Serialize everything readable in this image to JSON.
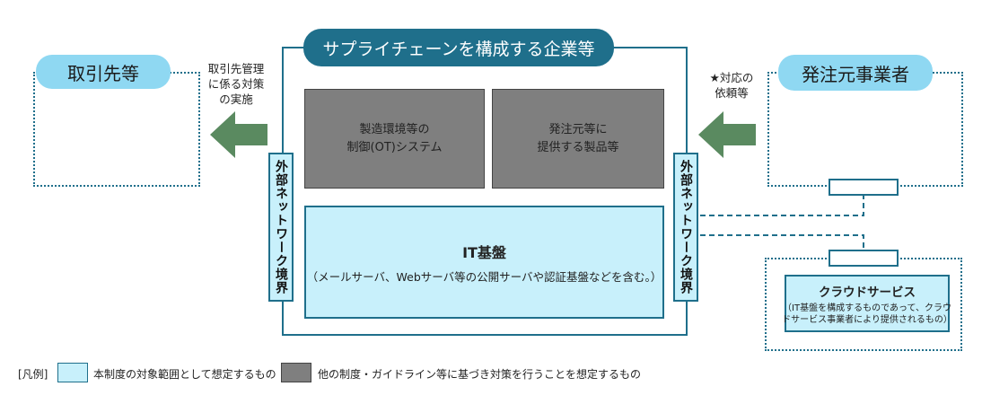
{
  "center": {
    "title": "サプライチェーンを構成する企業等",
    "ot_box_line1": "製造環境等の",
    "ot_box_line2": "制御(OT)システム",
    "product_box_line1": "発注元等に",
    "product_box_line2": "提供する製品等",
    "it_title": "IT基盤",
    "it_subtitle": "（メールサーバ、Webサーバ等の公開サーバや認証基盤などを含む。）",
    "boundary_left": "外部ネットワーク境界",
    "boundary_right": "外部ネットワーク境界"
  },
  "left": {
    "title": "取引先等",
    "note_line1": "取引先管理",
    "note_line2": "に係る対策",
    "note_line3": "の実施"
  },
  "right": {
    "title": "発注元事業者",
    "note_line1": "★対応の",
    "note_line2": "依頼等"
  },
  "cloud": {
    "title": "クラウドサービス",
    "desc_line1": "（IT基盤を構成するものであって、クラウ",
    "desc_line2": "ドサービス事業者により提供されるもの）"
  },
  "legend": {
    "label": "[凡例]",
    "light_text": "本制度の対象範囲として想定するもの",
    "gray_text": "他の制度・ガイドライン等に基づき対策を行うことを想定するもの"
  },
  "colors": {
    "accent_dark": "#1f6f8b",
    "light_blue": "#8fd8f2",
    "pale_blue": "#c8f0fb",
    "gray": "#7f7f7f",
    "arrow_green": "#5a8a60"
  }
}
